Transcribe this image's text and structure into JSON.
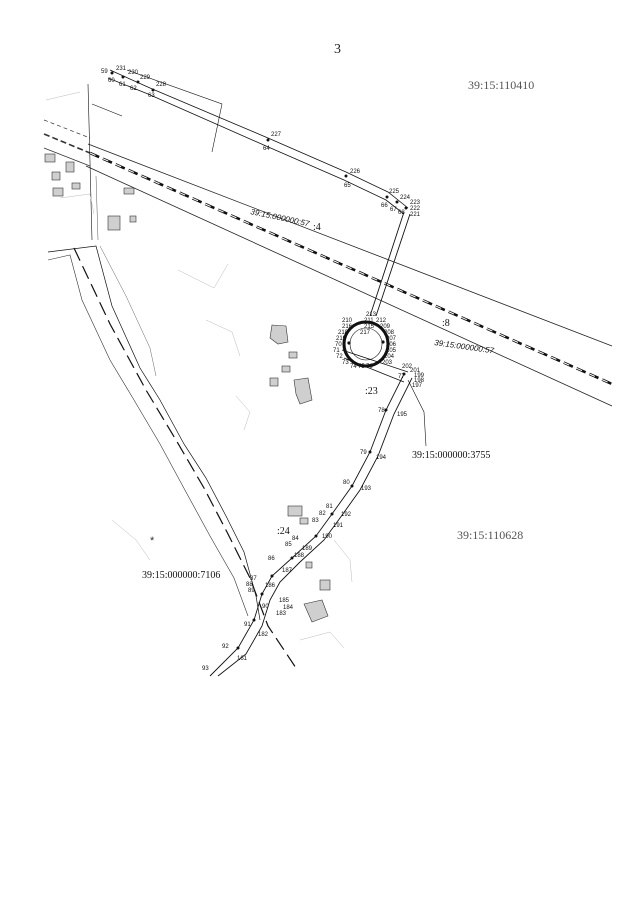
{
  "page_number": "3",
  "quarters": {
    "top_right": "39:15:110410",
    "bottom_right": "39:15:110628"
  },
  "parcels": {
    "p57_top": "39:15:000000:57",
    "p57_right": "39:15:000000:57",
    "p3755": "39:15:000000:3755",
    "p7106": "39:15:000000:7106",
    "n4": ":4",
    "n8": ":8",
    "n23": ":23",
    "n24": ":24"
  },
  "symbols": {
    "asterisk": "*"
  },
  "colors": {
    "line": "#111111",
    "gray": "#888888",
    "light": "#bbbbbb"
  },
  "points": {
    "top": [
      "231",
      "230",
      "229",
      "228",
      "227",
      "226",
      "225",
      "224",
      "223",
      "222",
      "221",
      "59",
      "60",
      "61",
      "62",
      "63",
      "64",
      "65",
      "66",
      "67",
      "68"
    ],
    "ring": [
      "213",
      "210",
      "211",
      "212",
      "216",
      "215",
      "209",
      "218",
      "217",
      "208",
      "219",
      "207",
      "206",
      "70",
      "205",
      "71",
      "204",
      "72",
      "73",
      "74",
      "75",
      "76",
      "203",
      "202",
      "201",
      "77",
      "199",
      "198",
      "197"
    ],
    "right_strip": [
      "78",
      "195",
      "79",
      "194",
      "80",
      "193",
      "81",
      "192",
      "82",
      "191",
      "83",
      "190",
      "84",
      "85",
      "189",
      "188",
      "86",
      "187"
    ],
    "bottom": [
      "87",
      "88",
      "186",
      "89",
      "185",
      "184",
      "90",
      "183",
      "91",
      "182",
      "92",
      "161",
      "93"
    ]
  }
}
